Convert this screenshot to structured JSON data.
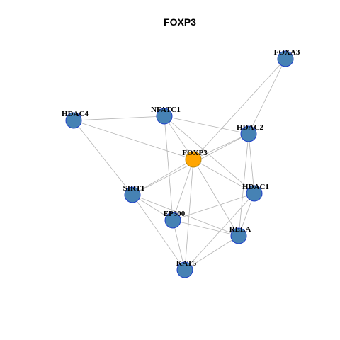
{
  "title": "FOXP3",
  "colors": {
    "hub_fill": "#FFA500",
    "node_fill": "#4682B4",
    "node_stroke": "#1E3FC8",
    "hub_stroke": "#B8860B",
    "edge": "#b4b4b4"
  },
  "nodes": [
    {
      "id": "FOXP3",
      "label": "FOXP3",
      "hub": true
    },
    {
      "id": "FOXA3",
      "label": "FOXA3",
      "hub": false
    },
    {
      "id": "HDAC4",
      "label": "HDAC4",
      "hub": false
    },
    {
      "id": "NFATC1",
      "label": "NFATC1",
      "hub": false
    },
    {
      "id": "HDAC2",
      "label": "HDAC2",
      "hub": false
    },
    {
      "id": "SIRT1",
      "label": "SIRT1",
      "hub": false
    },
    {
      "id": "HDAC1",
      "label": "HDAC1",
      "hub": false
    },
    {
      "id": "EP300",
      "label": "EP300",
      "hub": false
    },
    {
      "id": "RELA",
      "label": "RELA",
      "hub": false
    },
    {
      "id": "KAT5",
      "label": "KAT5",
      "hub": false
    }
  ],
  "edges": [
    [
      "FOXP3",
      "FOXA3"
    ],
    [
      "FOXP3",
      "HDAC4"
    ],
    [
      "FOXP3",
      "NFATC1"
    ],
    [
      "FOXP3",
      "HDAC2"
    ],
    [
      "FOXP3",
      "SIRT1"
    ],
    [
      "FOXP3",
      "HDAC1"
    ],
    [
      "FOXP3",
      "EP300"
    ],
    [
      "FOXP3",
      "RELA"
    ],
    [
      "FOXP3",
      "KAT5"
    ],
    [
      "FOXA3",
      "HDAC2"
    ],
    [
      "HDAC4",
      "NFATC1"
    ],
    [
      "HDAC4",
      "SIRT1"
    ],
    [
      "NFATC1",
      "HDAC2"
    ],
    [
      "NFATC1",
      "HDAC1"
    ],
    [
      "NFATC1",
      "EP300"
    ],
    [
      "HDAC2",
      "SIRT1"
    ],
    [
      "HDAC2",
      "HDAC1"
    ],
    [
      "HDAC2",
      "RELA"
    ],
    [
      "SIRT1",
      "EP300"
    ],
    [
      "SIRT1",
      "RELA"
    ],
    [
      "SIRT1",
      "KAT5"
    ],
    [
      "HDAC1",
      "EP300"
    ],
    [
      "HDAC1",
      "RELA"
    ],
    [
      "HDAC1",
      "KAT5"
    ],
    [
      "EP300",
      "RELA"
    ],
    [
      "EP300",
      "KAT5"
    ],
    [
      "RELA",
      "KAT5"
    ]
  ]
}
